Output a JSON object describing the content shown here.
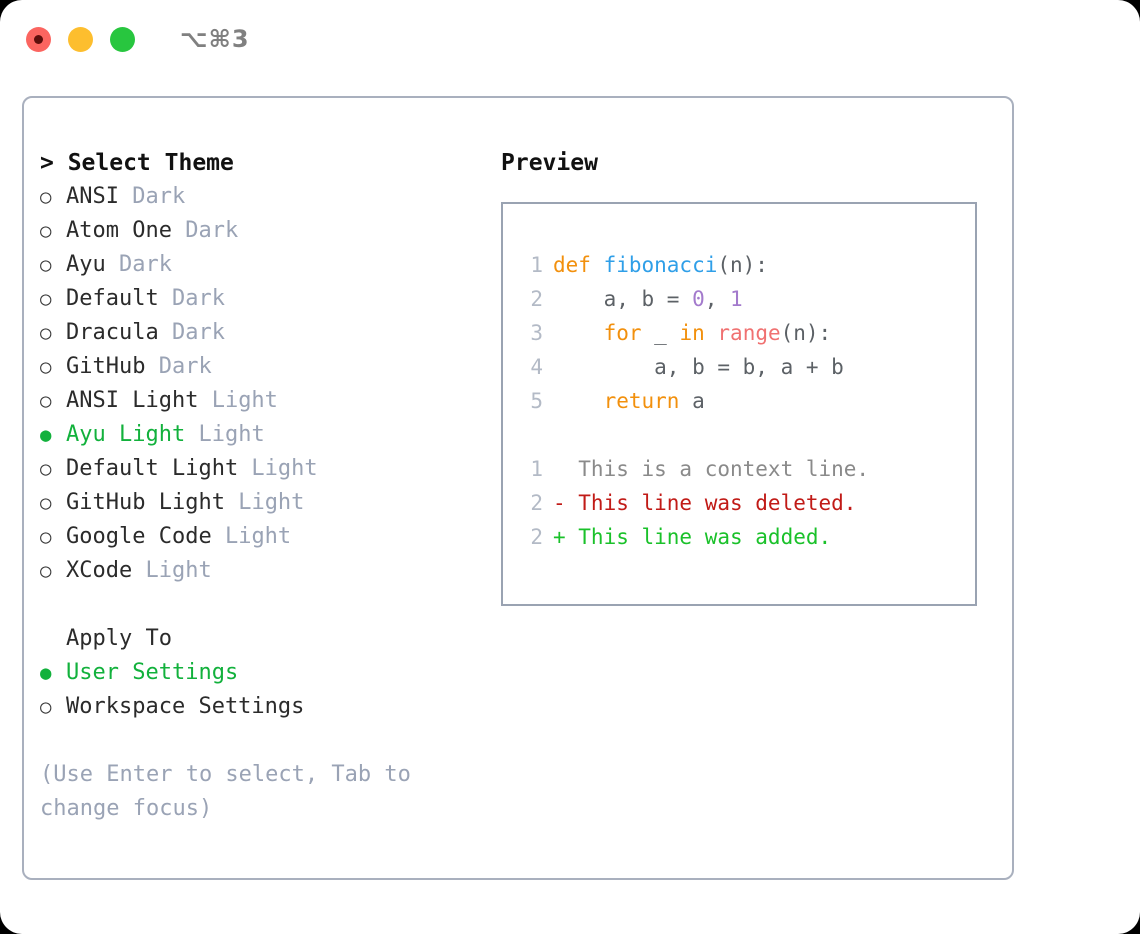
{
  "window": {
    "title": "⌥⌘3",
    "traffic_lights": [
      {
        "name": "close",
        "color": "#fb6560"
      },
      {
        "name": "minimize",
        "color": "#fdbe2e"
      },
      {
        "name": "maximize",
        "color": "#28c63f"
      }
    ]
  },
  "theme_panel": {
    "heading": "> Select Theme",
    "items": [
      {
        "marker": "○",
        "name": "ANSI",
        "kind": "Dark",
        "selected": false
      },
      {
        "marker": "○",
        "name": "Atom One",
        "kind": "Dark",
        "selected": false
      },
      {
        "marker": "○",
        "name": "Ayu",
        "kind": "Dark",
        "selected": false
      },
      {
        "marker": "○",
        "name": "Default",
        "kind": "Dark",
        "selected": false
      },
      {
        "marker": "○",
        "name": "Dracula",
        "kind": "Dark",
        "selected": false
      },
      {
        "marker": "○",
        "name": "GitHub",
        "kind": "Dark",
        "selected": false
      },
      {
        "marker": "○",
        "name": "ANSI Light",
        "kind": "Light",
        "selected": false
      },
      {
        "marker": "●",
        "name": "Ayu Light",
        "kind": "Light",
        "selected": true
      },
      {
        "marker": "○",
        "name": "Default Light",
        "kind": "Light",
        "selected": false
      },
      {
        "marker": "○",
        "name": "GitHub Light",
        "kind": "Light",
        "selected": false
      },
      {
        "marker": "○",
        "name": "Google Code",
        "kind": "Light",
        "selected": false
      },
      {
        "marker": "○",
        "name": "XCode",
        "kind": "Light",
        "selected": false
      }
    ]
  },
  "apply_to": {
    "heading": "Apply To",
    "options": [
      {
        "marker": "●",
        "label": "User Settings",
        "selected": true
      },
      {
        "marker": "○",
        "label": "Workspace Settings",
        "selected": false
      }
    ]
  },
  "hint": "(Use Enter to select, Tab to change focus)",
  "preview": {
    "heading": "Preview",
    "code_lines": [
      {
        "no": "1",
        "tokens": [
          {
            "t": "def ",
            "c": "kw"
          },
          {
            "t": "fibonacci",
            "c": "fn"
          },
          {
            "t": "(n):",
            "c": "plain"
          }
        ]
      },
      {
        "no": "2",
        "tokens": [
          {
            "t": "    a, b = ",
            "c": "plain"
          },
          {
            "t": "0",
            "c": "num"
          },
          {
            "t": ", ",
            "c": "plain"
          },
          {
            "t": "1",
            "c": "num"
          }
        ]
      },
      {
        "no": "3",
        "tokens": [
          {
            "t": "    ",
            "c": "plain"
          },
          {
            "t": "for",
            "c": "kw"
          },
          {
            "t": " _ ",
            "c": "plain"
          },
          {
            "t": "in",
            "c": "kw"
          },
          {
            "t": " ",
            "c": "plain"
          },
          {
            "t": "range",
            "c": "call"
          },
          {
            "t": "(n):",
            "c": "plain"
          }
        ]
      },
      {
        "no": "4",
        "tokens": [
          {
            "t": "        a, b = b, a + b",
            "c": "plain"
          }
        ]
      },
      {
        "no": "5",
        "tokens": [
          {
            "t": "    ",
            "c": "plain"
          },
          {
            "t": "return",
            "c": "kw"
          },
          {
            "t": " a",
            "c": "plain"
          }
        ]
      }
    ],
    "diff_lines": [
      {
        "no": "1",
        "text": "  This is a context line.",
        "c": "ctx"
      },
      {
        "no": "2",
        "text": "- This line was deleted.",
        "c": "del"
      },
      {
        "no": "2",
        "text": "+ This line was added.",
        "c": "add"
      }
    ]
  },
  "colors": {
    "accent_green": "#12b13c",
    "muted": "#9aa3b5",
    "border": "#a9b0be",
    "keyword": "#f2900d",
    "function": "#2f9fe8",
    "number": "#a37acc",
    "call": "#f07171",
    "deleted": "#c11b17",
    "added": "#1ac12a"
  }
}
